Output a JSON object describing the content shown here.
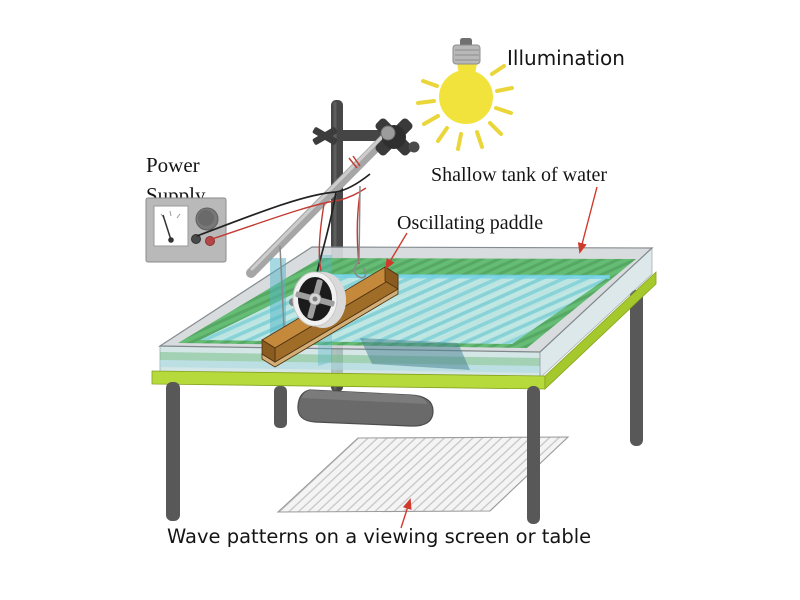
{
  "labels": {
    "illumination": "Illumination",
    "power_supply_line1": "Power",
    "power_supply_line2": "Supply",
    "shallow_tank": "Shallow tank of water",
    "oscillating_paddle": "Oscillating paddle",
    "viewing_screen": "Wave patterns on a viewing screen or table"
  },
  "colors": {
    "bulb_yellow": "#f2e33c",
    "arrow_red": "#d03a2c",
    "table_lime": "#b6d93c",
    "table_lime_dark": "#a5c92c",
    "water_blue": "#cfeef7",
    "wave_stripe": "#8fd8ea",
    "beach_green": "#58b868",
    "beach_stripe": "#47a257",
    "glass_gray": "#d7dadc",
    "metal_dark": "#4a4a4a",
    "metal_light": "#a6a6a6",
    "paddle_top": "#c5893c",
    "paddle_front": "#a06d28",
    "wire_red": "#c23b32",
    "wire_black": "#222222",
    "screen_fill": "#f4f4f4",
    "leg_gray": "#585858"
  }
}
